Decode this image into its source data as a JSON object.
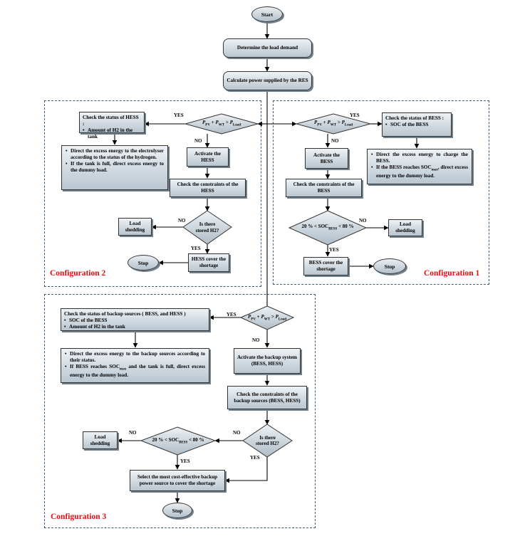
{
  "terminals": {
    "start": "Start",
    "stop_c2": "Stop",
    "stop_c1": "Stop",
    "stop_c3": "Stop"
  },
  "processes": {
    "determine_load": "Determine the load demand",
    "calculate_power": "Calculate power supplied by the RES"
  },
  "condition": {
    "p_pv": "P",
    "pv_sub": "PV",
    "plus": " + ",
    "p_wt": "P",
    "wt_sub": "WT",
    "gt": " > ",
    "p_load": "P",
    "load_sub": "Load"
  },
  "soc_condition": {
    "left": "20 % < SOC",
    "sub": "BESS",
    "right": " < 80 %"
  },
  "configuration_1": {
    "label": "Configuration 1",
    "status_title": "Check the status of BESS :",
    "status_items": [
      "SOC of the BESS"
    ],
    "direct_item_1": "Direct the excess energy to charge the BESS.",
    "direct_item_2_a": "If the BESS reaches SOC",
    "direct_item_2_sub": "max",
    "direct_item_2_b": ", direct excess energy to the dummy load.",
    "activate": "Activate the BESS",
    "constraints": "Check the constraints of the BESS",
    "load_shedding": "Load shedding",
    "cover": "BESS cover the shortage",
    "yes_1": "YES",
    "no_1": "NO",
    "no_2": "NO",
    "yes_2": "YES"
  },
  "configuration_2": {
    "label": "Configuration  2",
    "status_title": "Check the status of HESS :",
    "status_items": [
      "Amount of H2 in the tank"
    ],
    "direct_items": [
      "Direct the excess energy to the electrolyser according to the status of the hydrogen.",
      "If the tank is full, direct excess energy to the dummy load."
    ],
    "activate": "Activate the HESS",
    "constraints": "Check the constraints of the HESS",
    "stored_h2": "Is there stored H2?",
    "load_shedding": "Load shedding",
    "cover": "HESS cover the shortage",
    "yes_1": "YES",
    "no_1": "NO",
    "no_2": "NO",
    "yes_2": "YES"
  },
  "configuration_3": {
    "label": "Configuration  3",
    "status_title": "Check the status of backup sources ( BESS, and HESS )",
    "status_items": [
      "SOC of the BESS",
      "Amount of H2 in the tank"
    ],
    "direct_item_1": "Direct the excess energy to the backup sources according to their status.",
    "direct_item_2_a": "If BESS reaches SOC",
    "direct_item_2_sub": "max",
    "direct_item_2_b": " and the tank is full, direct excess energy to the dummy load.",
    "activate": "Activate the backup system (BESS, HESS)",
    "constraints": "Check the constraints of the backup sources (BESS, HESS)",
    "stored_h2": "Is there stored H2?",
    "load_shedding": "Load shedding",
    "select": "Select the most cost-effective backup power source to cover the shortage",
    "yes_1": "YES",
    "no_1": "NO",
    "no_2": "NO",
    "no_3": "NO",
    "yes_2": "YES",
    "yes_3": "YES"
  },
  "colors": {
    "box_top": "#eef2f5",
    "box_bottom": "#b9c6d0",
    "dashed_border": "#3d5f7a",
    "config_label": "#e01010"
  }
}
